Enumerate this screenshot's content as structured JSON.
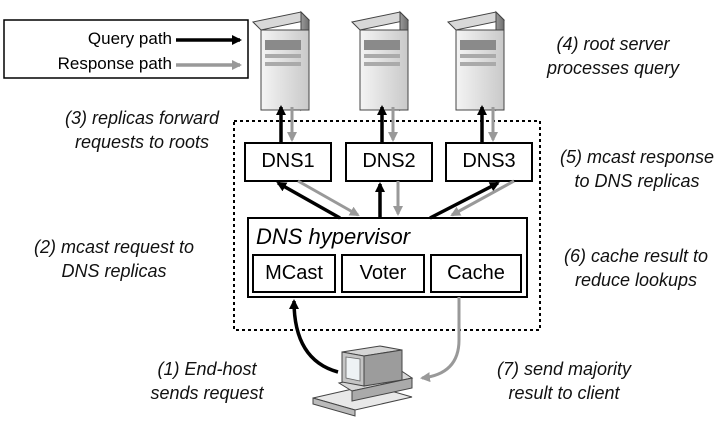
{
  "legend": {
    "query": "Query path",
    "response": "Response path"
  },
  "colors": {
    "query_arrow": "#000000",
    "response_arrow": "#999999"
  },
  "replicas": [
    "DNS1",
    "DNS2",
    "DNS3"
  ],
  "hypervisor": {
    "title": "DNS hypervisor",
    "modules": [
      "MCast",
      "Voter",
      "Cache"
    ]
  },
  "steps": {
    "s1_line1": "(1) End-host",
    "s1_line2": "sends request",
    "s2_line1": "(2) mcast request to",
    "s2_line2": "DNS replicas",
    "s3_line1": "(3) replicas forward",
    "s3_line2": "requests to roots",
    "s4_line1": "(4) root server",
    "s4_line2": "processes query",
    "s5_line1": "(5) mcast response",
    "s5_line2": "to DNS replicas",
    "s6_line1": "(6) cache result to",
    "s6_line2": "reduce lookups",
    "s7_line1": "(7) send majority",
    "s7_line2": "result to client"
  }
}
